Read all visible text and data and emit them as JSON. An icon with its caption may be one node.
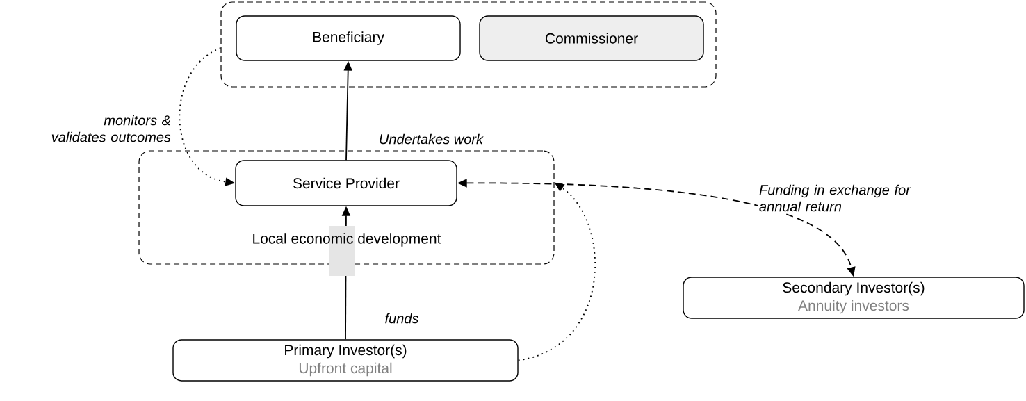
{
  "diagram": {
    "nodes": [
      {
        "text": [],
        "shape": "box"
      },
      {
        "text": [
          "Beneficiary"
        ],
        "in": 0
      },
      {
        "text": [
          "Commissioner"
        ],
        "in": 0
      },
      {
        "text": [
          "Local economic development"
        ]
      },
      {
        "text": [
          "Service Provider"
        ],
        "in": 3
      },
      {
        "text": [
          "Primary Investor(s)",
          "Upfront capital"
        ]
      },
      {
        "text": [
          "Secondary Investor(s)",
          "Annuity investors"
        ]
      }
    ],
    "edges": [
      {
        "from": 4,
        "to": 1,
        "arrow": "to",
        "label": "Undertakes work"
      },
      {
        "from": 5,
        "to": 4,
        "arrow": "to",
        "label": "funds"
      },
      {
        "from": 0,
        "to": 4,
        "arrow": "to",
        "style": "dashed",
        "label": "monitors & validates outcomes"
      },
      {
        "from": 4,
        "to": 6,
        "arrow": "both",
        "style": "dashed",
        "label": "Funding in exchange for annual return"
      },
      {
        "from": 5,
        "to": 3,
        "arrow": "to",
        "style": "dashed"
      }
    ]
  }
}
